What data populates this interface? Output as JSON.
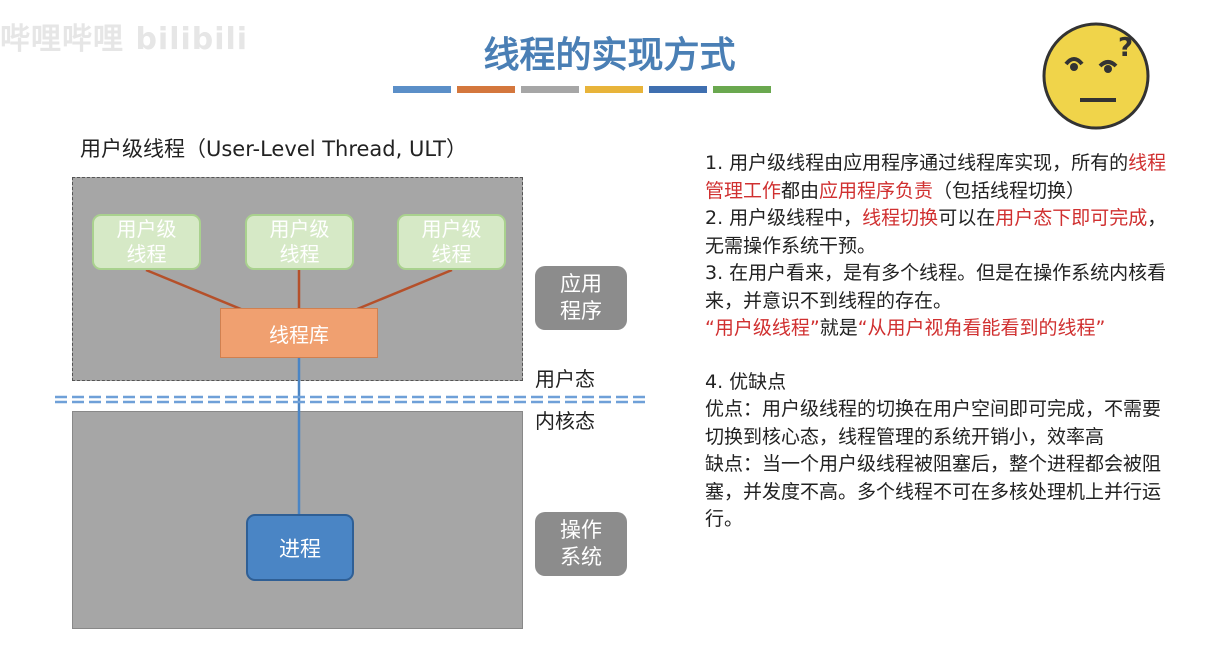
{
  "watermark": "哔哩哔哩 bilibili",
  "title": "线程的实现方式",
  "colors": {
    "title": "#4a7fb5",
    "bars": [
      "#5b8fc8",
      "#d4773d",
      "#a6a6a6",
      "#e8b43a",
      "#3f6fb0",
      "#6aa84f"
    ],
    "highlight": "#d03030",
    "face": "#f0d44a"
  },
  "icons": {
    "face": "thinking-face-icon"
  },
  "subtitle": "用户级线程（User-Level Thread, ULT）",
  "diagram": {
    "threads": [
      "用户级\n线程",
      "用户级\n线程",
      "用户级\n线程"
    ],
    "library": "线程库",
    "process": "进程",
    "app_tag": "应用\n程序",
    "os_tag": "操作\n系统",
    "user_mode": "用户态",
    "kernel_mode": "内核态"
  },
  "notes": {
    "p1": [
      "1. 用户级线程由应用程序通过线程库实现，所有的",
      "线程管理工作",
      "都由",
      "应用程序负责",
      "（包括线程切换）"
    ],
    "p2": [
      "2. 用户级线程中，",
      "线程切换",
      "可以在",
      "用户态下即可完成",
      "，无需操作系统干预。"
    ],
    "p3": "3. 在用户看来，是有多个线程。但是在操作系统内核看来，并意识不到线程的存在。",
    "p3_quote": "“用户级线程”就是“从用户视角看能看到的线程”",
    "p3_quote_parts": [
      "“用户级线程”",
      "就是",
      "“从用户视角看能看到的线程”"
    ],
    "p4_title": "4. 优缺点",
    "p4_pros": "优点：用户级线程的切换在用户空间即可完成，不需要切换到核心态，线程管理的系统开销小，效率高",
    "p4_cons": "缺点：当一个用户级线程被阻塞后，整个进程都会被阻塞，并发度不高。多个线程不可在多核处理机上并行运行。"
  }
}
